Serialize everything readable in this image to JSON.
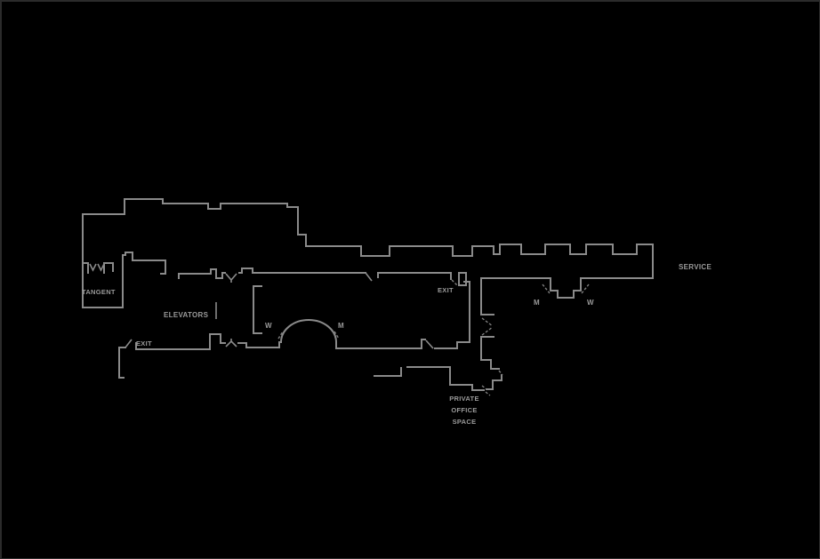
{
  "drawing": {
    "type": "building-floor-plan",
    "background_color": "#000000",
    "wall_color": "#8a8a8a",
    "label_color": "#9a9a9a",
    "labels": {
      "tangent": "TANGENT",
      "elevators": "ELEVATORS",
      "exit_left": "EXIT",
      "exit_center": "EXIT",
      "women_center": "W",
      "men_center": "M",
      "men_right": "M",
      "women_right": "W",
      "service": "SERVICE",
      "private_line1": "PRIVATE",
      "private_line2": "OFFICE",
      "private_line3": "SPACE"
    }
  }
}
